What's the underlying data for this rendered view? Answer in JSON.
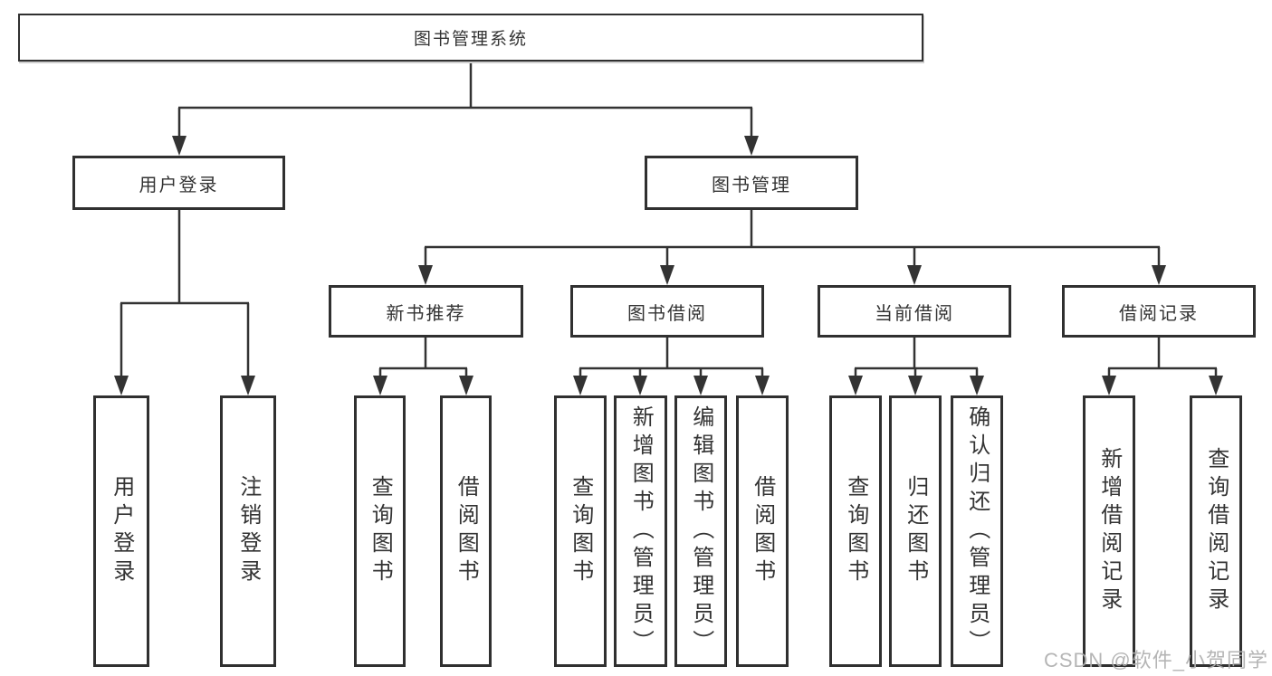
{
  "tree": {
    "label": "图书管理系统",
    "children": [
      {
        "label": "用户登录",
        "children": [
          {
            "label": "用户登录"
          },
          {
            "label": "注销登录"
          }
        ]
      },
      {
        "label": "图书管理",
        "children": [
          {
            "label": "新书推荐",
            "children": [
              {
                "label": "查询图书"
              },
              {
                "label": "借阅图书"
              }
            ]
          },
          {
            "label": "图书借阅",
            "children": [
              {
                "label": "查询图书"
              },
              {
                "label": "新增图书（管理员）"
              },
              {
                "label": "编辑图书（管理员）"
              },
              {
                "label": "借阅图书"
              }
            ]
          },
          {
            "label": "当前借阅",
            "children": [
              {
                "label": "查询图书"
              },
              {
                "label": "归还图书"
              },
              {
                "label": "确认归还（管理员）"
              }
            ]
          },
          {
            "label": "借阅记录",
            "children": [
              {
                "label": "新增借阅记录"
              },
              {
                "label": "查询借阅记录"
              }
            ]
          }
        ]
      }
    ]
  },
  "watermark": {
    "text": "CSDN @软件_小贺同学"
  },
  "colors": {
    "line": "#333333",
    "box_border": "#303030",
    "text": "#333333",
    "watermark": "#afafaf",
    "background": "#ffffff"
  }
}
